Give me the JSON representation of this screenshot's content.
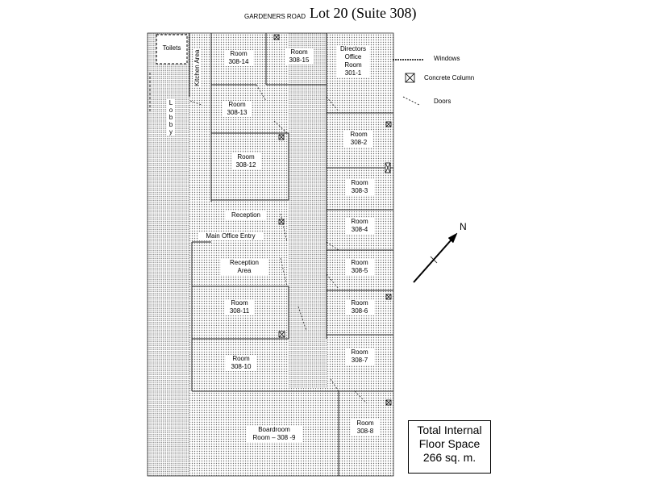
{
  "header": {
    "road": "GARDENERS ROAD",
    "title": "Lot 20  (Suite 308)"
  },
  "legend": {
    "windows": "Windows",
    "column": "Concrete Column",
    "doors": "Doors"
  },
  "compass": {
    "north": "N"
  },
  "labels": {
    "toilets": "Toilets",
    "kitchen": "Kitchen Area",
    "lobby": [
      "L",
      "o",
      "b",
      "b",
      "y"
    ],
    "r308_14": [
      "Room",
      "308-14"
    ],
    "r308_15": [
      "Room",
      "308-15"
    ],
    "directors": [
      "Directors",
      "Office",
      "Room",
      "301-1"
    ],
    "r308_13": [
      "Room",
      "308-13"
    ],
    "r308_12": [
      "Room",
      "308-12"
    ],
    "r308_2": [
      "Room",
      "308-2"
    ],
    "r308_3": [
      "Room",
      "308-3"
    ],
    "r308_4": [
      "Room",
      "308-4"
    ],
    "r308_5": [
      "Room",
      "308-5"
    ],
    "r308_6": [
      "Room",
      "308-6"
    ],
    "r308_7": [
      "Room",
      "308-7"
    ],
    "r308_8": [
      "Room",
      "308-8"
    ],
    "r308_11": [
      "Room",
      "308-11"
    ],
    "r308_10": [
      "Room",
      "308-10"
    ],
    "reception": "Reception",
    "main_entry": "Main Office Entry",
    "reception_area": [
      "Reception",
      "Area"
    ],
    "boardroom": [
      "Boardroom",
      "Room – 308 -9"
    ]
  },
  "total_area": {
    "line1": "Total Internal",
    "line2": "Floor Space",
    "line3": "266 sq. m."
  }
}
